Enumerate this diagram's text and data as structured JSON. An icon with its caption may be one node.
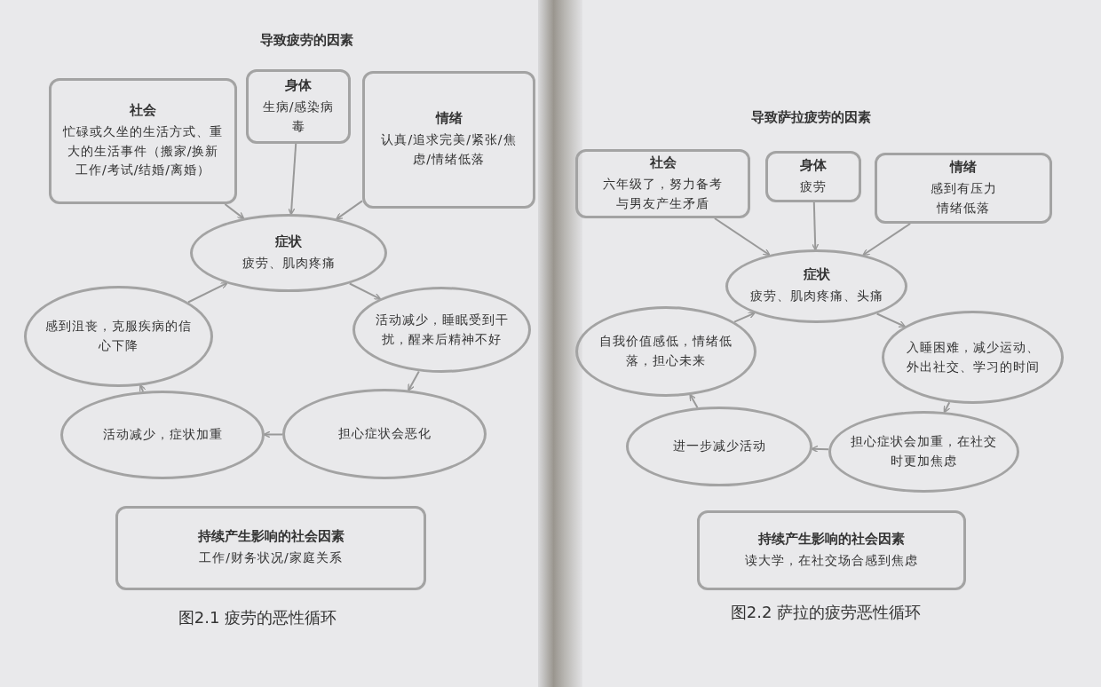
{
  "diagram": {
    "nodes": [
      {
        "text": [
          "社会",
          "忙碌或久坐的生活方式、重大的生活事件（搬家/换新工作/考试/结婚/离婚）"
        ]
      },
      {
        "text": [
          "身体",
          "生病/感染病毒"
        ]
      },
      {
        "text": [
          "情绪",
          "认真/追求完美/紧张/焦虑/情绪低落"
        ]
      },
      {
        "text": [
          "症状",
          "疲劳、肌肉疼痛"
        ]
      },
      {
        "text": [
          "活动减少，睡眠受到干扰，醒来后精神不好"
        ]
      },
      {
        "text": [
          "担心症状会恶化"
        ]
      },
      {
        "text": [
          "活动减少，症状加重"
        ]
      },
      {
        "text": [
          "感到沮丧，克服疾病的信心下降"
        ]
      },
      {
        "text": [
          "持续产生影响的社会因素",
          "工作/财务状况/家庭关系"
        ]
      },
      {
        "text": [
          "社会",
          "六年级了，努力备考",
          "与男友产生矛盾"
        ]
      },
      {
        "text": [
          "身体",
          "疲劳"
        ]
      },
      {
        "text": [
          "情绪",
          "感到有压力",
          "情绪低落"
        ]
      },
      {
        "text": [
          "症状",
          "疲劳、肌肉疼痛、头痛"
        ]
      },
      {
        "text": [
          "入睡困难，减少运动、外出社交、学习的时间"
        ]
      },
      {
        "text": [
          "担心症状会加重，在社交时更加焦虑"
        ]
      },
      {
        "text": [
          "进一步减少活动"
        ]
      },
      {
        "text": [
          "自我价值感低，情绪低落，担心未来"
        ]
      },
      {
        "text": [
          "持续产生影响的社会因素",
          "读大学，在社交场合感到焦虑"
        ]
      }
    ],
    "edges": [
      {
        "from": 0,
        "to": 3,
        "arrow": "to"
      },
      {
        "from": 1,
        "to": 3,
        "arrow": "to"
      },
      {
        "from": 2,
        "to": 3,
        "arrow": "to"
      },
      {
        "from": 3,
        "to": 4,
        "arrow": "to"
      },
      {
        "from": 4,
        "to": 5,
        "arrow": "to"
      },
      {
        "from": 5,
        "to": 6,
        "arrow": "to"
      },
      {
        "from": 6,
        "to": 7,
        "arrow": "to"
      },
      {
        "from": 7,
        "to": 3,
        "arrow": "to"
      },
      {
        "from": 9,
        "to": 12,
        "arrow": "to"
      },
      {
        "from": 10,
        "to": 12,
        "arrow": "to"
      },
      {
        "from": 11,
        "to": 12,
        "arrow": "to"
      },
      {
        "from": 12,
        "to": 13,
        "arrow": "to"
      },
      {
        "from": 13,
        "to": 14,
        "arrow": "to"
      },
      {
        "from": 14,
        "to": 15,
        "arrow": "to"
      },
      {
        "from": 15,
        "to": 16,
        "arrow": "to"
      },
      {
        "from": 16,
        "to": 12,
        "arrow": "to"
      }
    ],
    "labels": [
      "导致疲劳的因素",
      "图2.1 疲劳的恶性循环",
      "导致萨拉疲劳的因素",
      "图2.2 萨拉的疲劳恶性循环"
    ]
  }
}
